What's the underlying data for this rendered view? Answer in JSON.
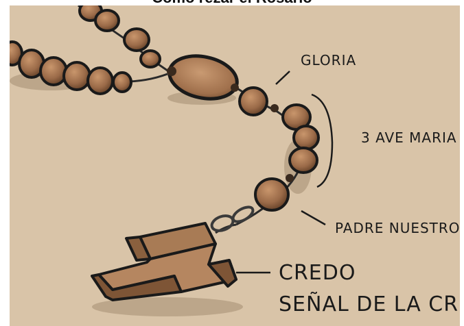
{
  "banner": {
    "title": "Cómo rezar el Rosario"
  },
  "labels": {
    "gloria": "GLORIA",
    "ave_maria": "3 AVE MARIA",
    "padre_nuestro": "PADRE NUESTRO",
    "credo": "CREDO",
    "senal": "SEÑAL DE LA CRUZ"
  },
  "colors": {
    "background": "#d9c4a8",
    "bead": "#9a6a48",
    "cross": "#a87b55",
    "ink": "#1a1a1a"
  }
}
